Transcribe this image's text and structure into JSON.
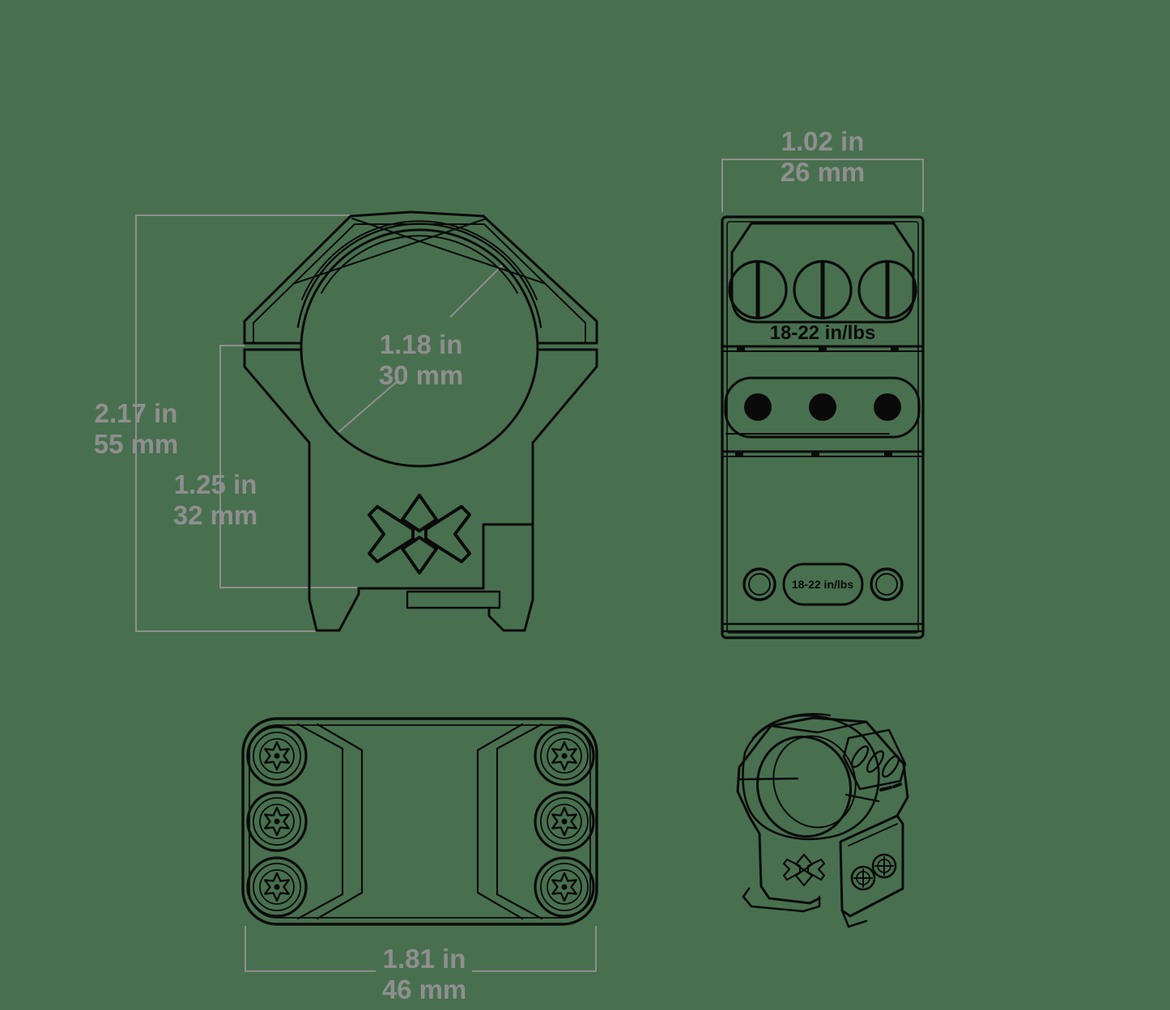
{
  "colors": {
    "background": "#48704f",
    "ink": "#0a0a0a",
    "dimension": "#8f8f8f"
  },
  "drawing": {
    "views": {
      "front": {
        "overall_height": {
          "inches": "2.17 in",
          "millimeters": "55 mm"
        },
        "saddle_height": {
          "inches": "1.25 in",
          "millimeters": "32 mm"
        },
        "ring_diameter": {
          "inches": "1.18 in",
          "millimeters": "30 mm"
        }
      },
      "side": {
        "width": {
          "inches": "1.02 in",
          "millimeters": "26 mm"
        },
        "torque_spec": "18-22 in/lbs",
        "torque_badge": "18-22 in/lbs"
      },
      "top": {
        "base_length": {
          "inches": "1.81 in",
          "millimeters": "46 mm"
        }
      }
    }
  }
}
